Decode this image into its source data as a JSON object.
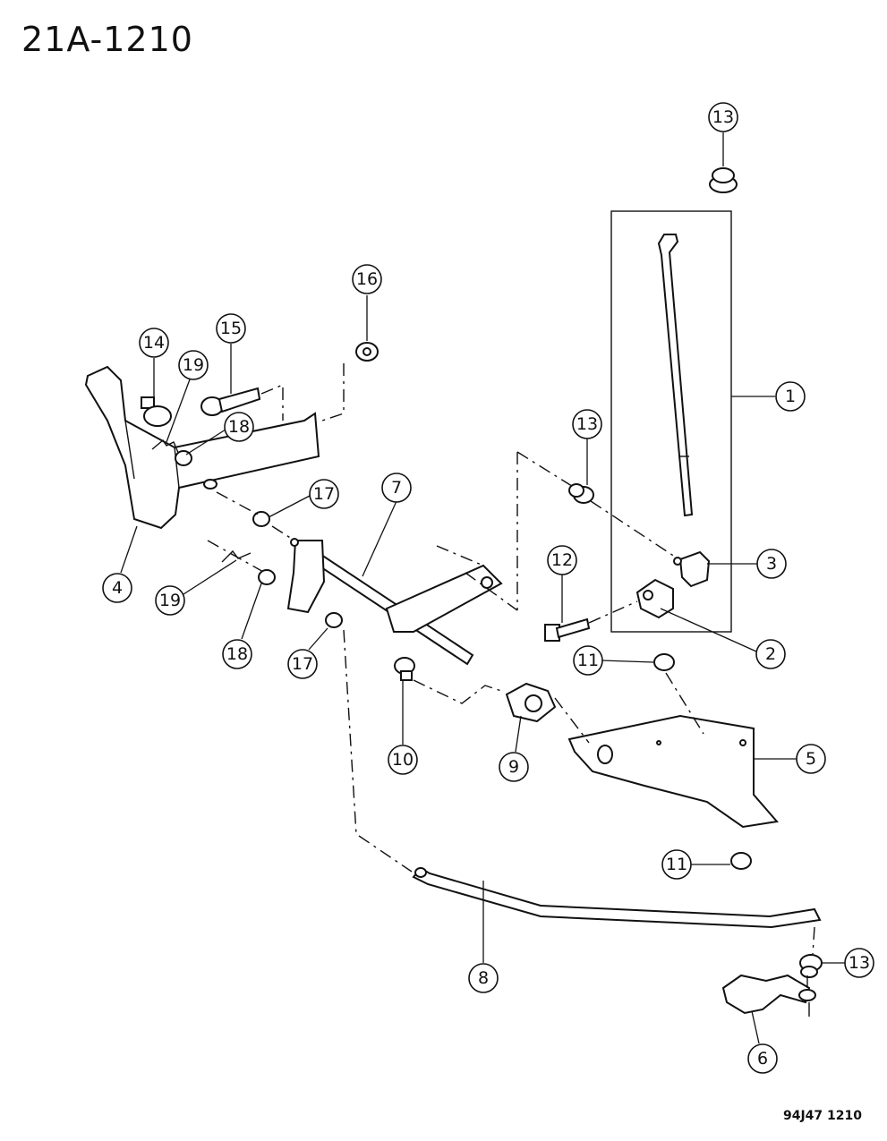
{
  "header": {
    "diagram_number": "21A-1210"
  },
  "footer": {
    "drawing_code": "94J47 1210"
  },
  "callouts": [
    "13",
    "16",
    "14",
    "19",
    "15",
    "18",
    "1",
    "13",
    "17",
    "7",
    "3",
    "12",
    "2",
    "4",
    "19",
    "18",
    "17",
    "11",
    "10",
    "9",
    "5",
    "11",
    "8",
    "13",
    "6"
  ]
}
